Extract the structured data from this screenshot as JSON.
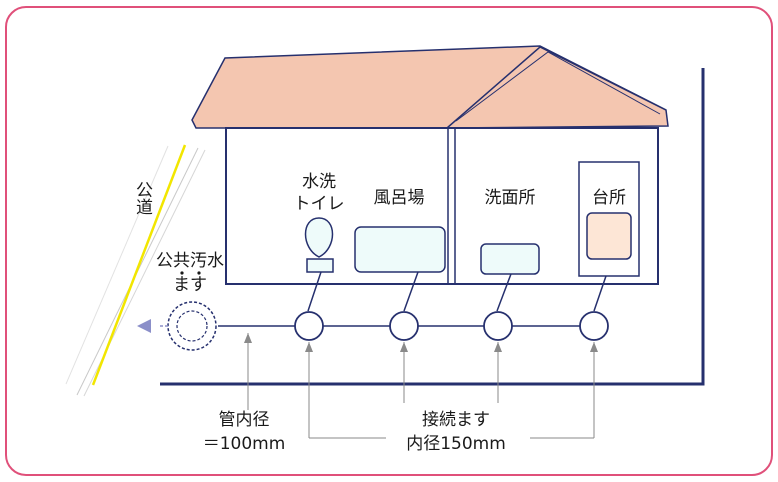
{
  "labels": {
    "road": "公道",
    "toilet": "水洗トイレ",
    "toilet_line1": "水洗",
    "toilet_line2": "トイレ",
    "bath": "風呂場",
    "washroom": "洗面所",
    "kitchen": "台所",
    "public_basin": "公共汚水ます",
    "public_basin_line1": "公共汚水",
    "public_basin_line2": "ます",
    "pipe_diameter": "管内径＝100mm",
    "pipe_diameter_line1": "管内径",
    "pipe_diameter_line2": "＝100mm",
    "connection_basin": "接続ます内径150mm",
    "connection_basin_line1": "接続ます",
    "connection_basin_line2": "内径150mm"
  },
  "colors": {
    "frame_border": "#e0507a",
    "roof_fill": "#f4c6b0",
    "wall_line": "#26306e",
    "fixture_fill": "#eefbfa",
    "kitchen_fill": "#fde6d6",
    "road_line": "#f2e600",
    "arrow": "#8b8fc9",
    "leader": "#8a8a8a"
  }
}
